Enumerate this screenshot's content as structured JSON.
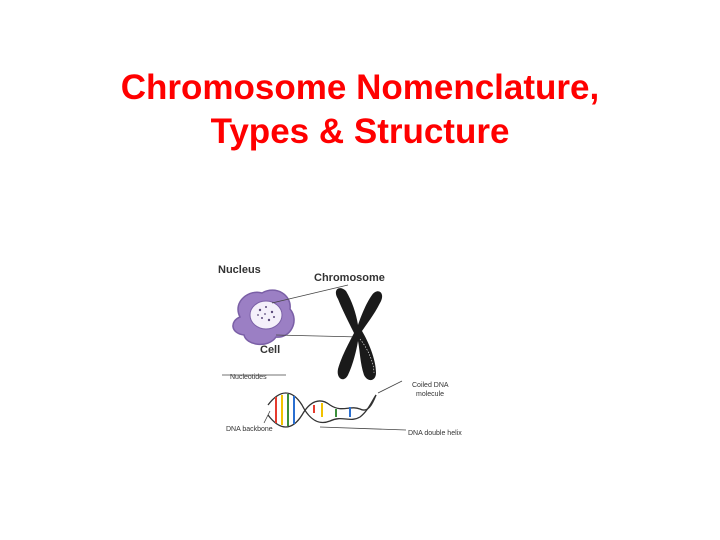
{
  "slide": {
    "title_line1": "Chromosome Nomenclature,",
    "title_line2": "Types & Structure"
  },
  "figure": {
    "labels": {
      "nucleus": "Nucleus",
      "chromosome": "Chromosome",
      "cell": "Cell",
      "nucleotides": "Nucleotides",
      "coiled_dna_1": "Coiled DNA",
      "coiled_dna_2": "molecule",
      "dna_backbone": "DNA backbone",
      "dna_double_helix": "DNA double helix"
    },
    "colors": {
      "title": "#ff0000",
      "cell": "#9b7fc4",
      "chromosome": "#1a1a1a"
    }
  }
}
